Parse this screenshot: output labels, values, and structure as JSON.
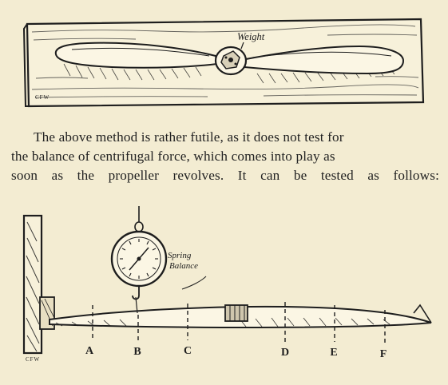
{
  "figure_top": {
    "weight_label": "Weight",
    "signature": "CFW"
  },
  "paragraph": {
    "line1": "The above method is rather futile, as it does not test for",
    "line2": "the balance of centrifugal force, which comes into play as",
    "line3": "soon as the propeller revolves.  It can be tested as follows:"
  },
  "figure_bottom": {
    "balance_label_1": "Spring",
    "balance_label_2": "Balance",
    "signature": "CFW",
    "points": [
      "A",
      "B",
      "C",
      "D",
      "E",
      "F"
    ]
  }
}
